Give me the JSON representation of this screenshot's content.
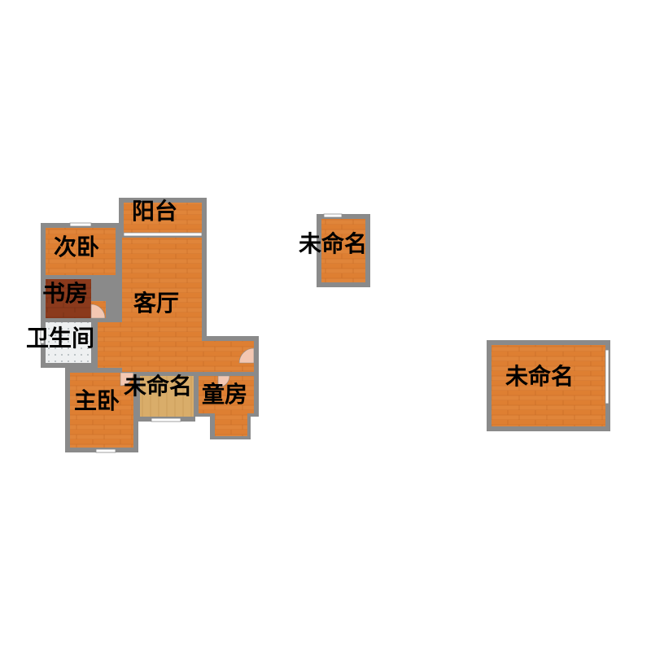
{
  "colors": {
    "wall": "#8a8a8a",
    "floor_wood": "#e0853a",
    "floor_wood_dark": "#c96a24",
    "floor_study": "#8b3a1c",
    "floor_light_wood": "#d9ad6a",
    "floor_tile": "#e8eaeb",
    "door_arc": "#f3c7b2",
    "window": "#ffffff"
  },
  "rooms": {
    "balcony": "阳台",
    "second_bedroom": "次卧",
    "study": "书房",
    "living_room": "客厅",
    "bathroom": "卫生间",
    "master_bedroom": "主卧",
    "unnamed_hall": "未命名",
    "kids_room": "童房",
    "unnamed_small": "未命名",
    "unnamed_right": "未命名"
  }
}
